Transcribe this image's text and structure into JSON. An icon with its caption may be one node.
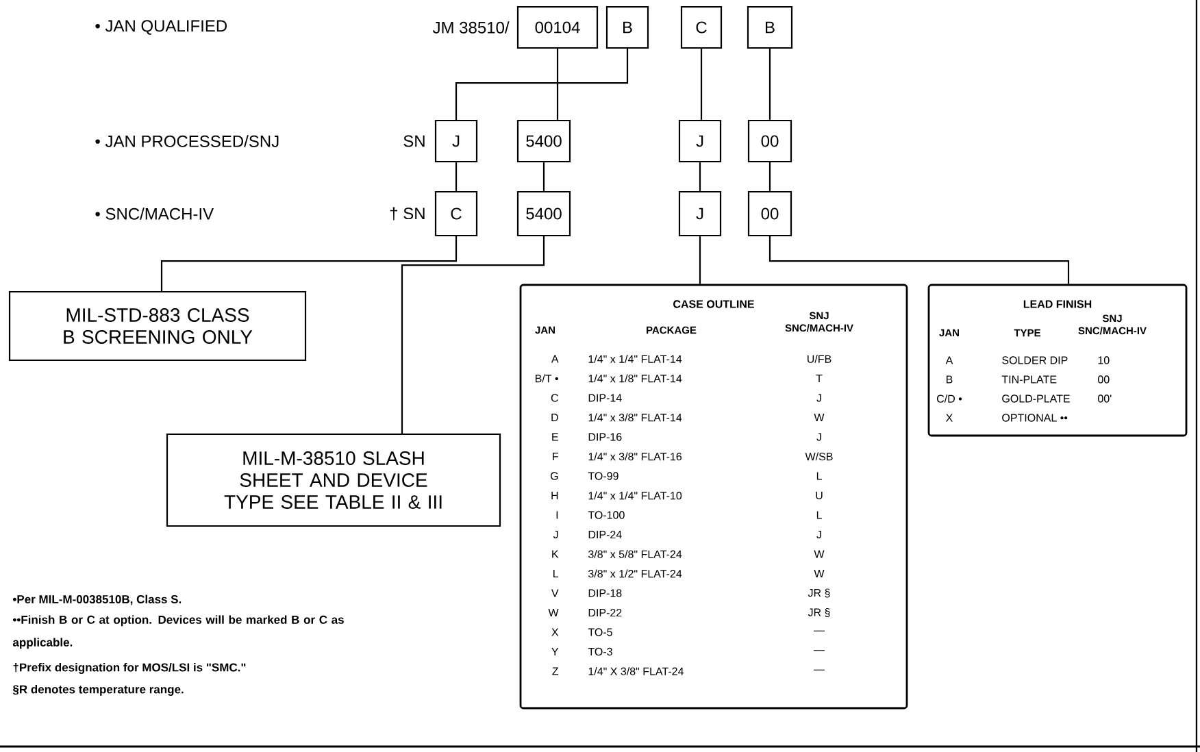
{
  "diagram": {
    "nodes": [
      {
        "text": [
          "00104"
        ]
      },
      {
        "text": [
          "B"
        ]
      },
      {
        "text": [
          "C"
        ]
      },
      {
        "text": [
          "B"
        ]
      },
      {
        "text": [
          "J"
        ]
      },
      {
        "text": [
          "5400"
        ]
      },
      {
        "text": [
          "J"
        ]
      },
      {
        "text": [
          "00"
        ]
      },
      {
        "text": [
          "C"
        ]
      },
      {
        "text": [
          "5400"
        ]
      },
      {
        "text": [
          "J"
        ]
      },
      {
        "text": [
          "00"
        ]
      },
      {
        "text": [
          "MIL-STD-883 CLASS B SCREENING ONLY"
        ]
      },
      {
        "text": [
          "MIL-M-38510 SLASH SHEET AND DEVICE TYPE SEE TABLE II & III"
        ]
      },
      {
        "text": [
          "CASE OUTLINE",
          "JAN",
          "PACKAGE",
          "SNJ SNC/MACH-IV",
          "A",
          "1/4\" x 1/4\" FLAT-14",
          "U/FB",
          "B/T •",
          "1/4\" x 1/8\" FLAT-14",
          "T",
          "C",
          "DIP-14",
          "J",
          "D",
          "1/4\" x 3/8\" FLAT-14",
          "W",
          "E",
          "DIP-16",
          "J",
          "F",
          "1/4\" x 3/8\" FLAT-16",
          "W/SB",
          "G",
          "TO-99",
          "L",
          "H",
          "1/4\" x 1/4\" FLAT-10",
          "U",
          "I",
          "TO-100",
          "L",
          "J",
          "DIP-24",
          "J",
          "K",
          "3/8\" x 5/8\" FLAT-24",
          "W",
          "L",
          "3/8\" x 1/2\" FLAT-24",
          "W",
          "V",
          "DIP-18",
          "JR §",
          "W",
          "DIP-22",
          "JR §",
          "X",
          "TO-5",
          "—",
          "Y",
          "TO-3",
          "—",
          "Z",
          "1/4\" X 3/8\" FLAT-24",
          "—"
        ]
      },
      {
        "text": [
          "LEAD FINISH",
          "JAN",
          "TYPE",
          "SNJ SNC/MACH-IV",
          "A",
          "SOLDER DIP",
          "10",
          "B",
          "TIN-PLATE",
          "00",
          "C/D •",
          "GOLD-PLATE",
          "00'",
          "X",
          "OPTIONAL ••"
        ]
      }
    ],
    "edges": [
      {
        "from": 0,
        "to": 5,
        "arrow": "none"
      },
      {
        "from": 1,
        "to": 4,
        "arrow": "none"
      },
      {
        "from": 2,
        "to": 6,
        "arrow": "none"
      },
      {
        "from": 3,
        "to": 7,
        "arrow": "none"
      },
      {
        "from": 4,
        "to": 8,
        "arrow": "none"
      },
      {
        "from": 5,
        "to": 9,
        "arrow": "none"
      },
      {
        "from": 6,
        "to": 10,
        "arrow": "none"
      },
      {
        "from": 7,
        "to": 11,
        "arrow": "none"
      },
      {
        "from": 8,
        "to": 12,
        "arrow": "none"
      },
      {
        "from": 9,
        "to": 13,
        "arrow": "none"
      },
      {
        "from": 10,
        "to": 14,
        "arrow": "none"
      },
      {
        "from": 11,
        "to": 15,
        "arrow": "none"
      }
    ],
    "labels": [
      "• JAN QUALIFIED",
      "JM 38510/",
      "• JAN PROCESSED/SNJ",
      "SN",
      "• SNC/MACH-IV",
      "† SN",
      "•Per MIL-M-0038510B, Class S.",
      "••Finish B or C at option. Devices will be marked B or C as applicable.",
      "†Prefix designation for MOS/LSI is \"SMC.\"",
      "§R denotes temperature range."
    ]
  }
}
